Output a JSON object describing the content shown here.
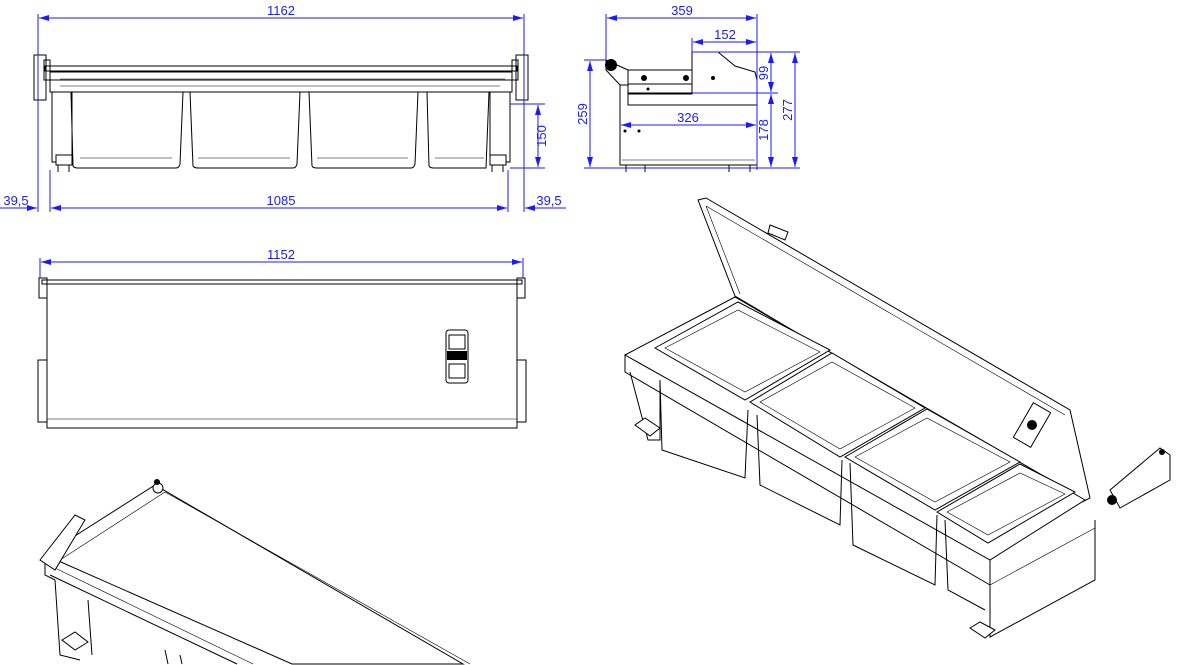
{
  "front_view": {
    "overall_width": "1162",
    "inner_width": "1085",
    "left_offset": "39,5",
    "right_offset": "39,5",
    "pan_depth": "150"
  },
  "side_view": {
    "overall_depth": "359",
    "lid_depth": "152",
    "body_depth": "326",
    "height_body": "259",
    "height_upper": "99",
    "height_lower": "178",
    "height_total": "277"
  },
  "top_view": {
    "overall_width": "1152"
  },
  "colors": {
    "dimension": "#1a1aff",
    "line": "#000000"
  }
}
